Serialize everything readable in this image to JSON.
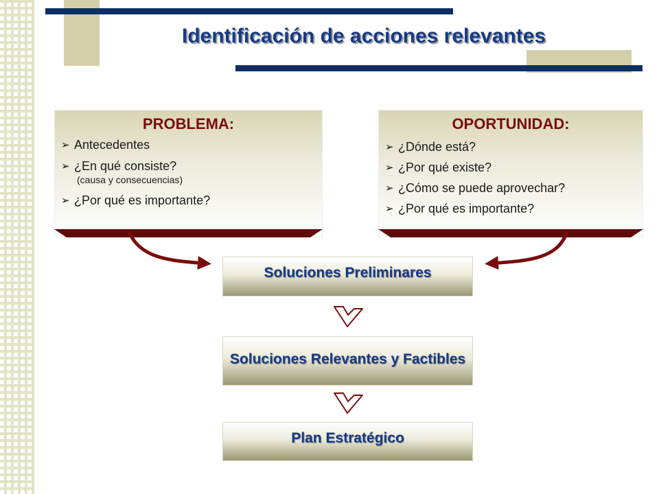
{
  "slide": {
    "title": "Identificación de acciones relevantes"
  },
  "problema": {
    "title": "PROBLEMA:",
    "items": [
      {
        "text": "Antecedentes"
      },
      {
        "text": "¿En qué consiste?",
        "note": "(causa y consecuencias)"
      },
      {
        "text": "¿Por qué es importante?"
      }
    ]
  },
  "oportunidad": {
    "title": "OPORTUNIDAD:",
    "items": [
      {
        "text": "¿Dónde está?"
      },
      {
        "text": "¿Por qué existe?"
      },
      {
        "text": "¿Cómo se puede aprovechar?"
      },
      {
        "text": "¿Por qué es importante?"
      }
    ]
  },
  "flow": {
    "step1": "Soluciones Preliminares",
    "step2": "Soluciones Relevantes y Factibles",
    "step3": "Plan Estratégico"
  },
  "colors": {
    "navy": "#0b2e63",
    "tan": "#d3cfaa",
    "maroon": "#7a0c0c",
    "title_blue": "#173a86"
  },
  "icons": {
    "bullet": "arrowhead-bullet-icon",
    "connector": "curved-arrow-icon",
    "flow_step": "chevron-down-outline-icon"
  }
}
